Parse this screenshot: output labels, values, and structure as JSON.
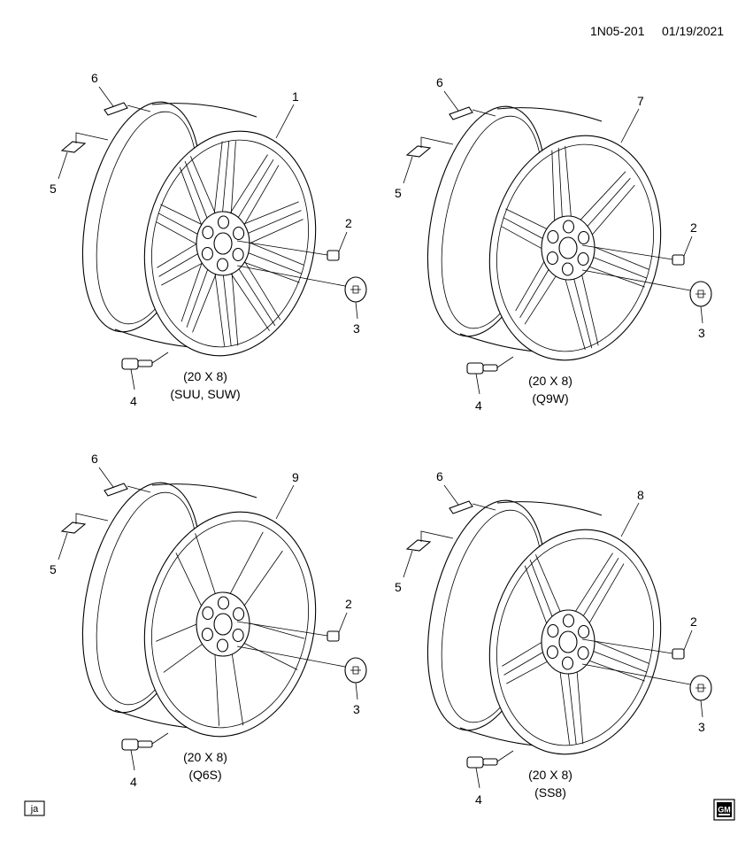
{
  "header": {
    "code": "1N05-201",
    "date": "01/19/2021"
  },
  "footer": {
    "tag": "ja",
    "logo_text": "GM"
  },
  "callout_labels": {
    "nut": "2",
    "cap": "3",
    "valve": "4",
    "tape": "5",
    "weight": "6"
  },
  "wheels": [
    {
      "id": "w1",
      "number": "1",
      "size": "(20 X 8)",
      "codes": "(SUU, SUW)"
    },
    {
      "id": "w7",
      "number": "7",
      "size": "(20 X 8)",
      "codes": "(Q9W)"
    },
    {
      "id": "w9",
      "number": "9",
      "size": "(20 X 8)",
      "codes": "(Q6S)"
    },
    {
      "id": "w8",
      "number": "8",
      "size": "(20 X 8)",
      "codes": "(SS8)"
    }
  ]
}
